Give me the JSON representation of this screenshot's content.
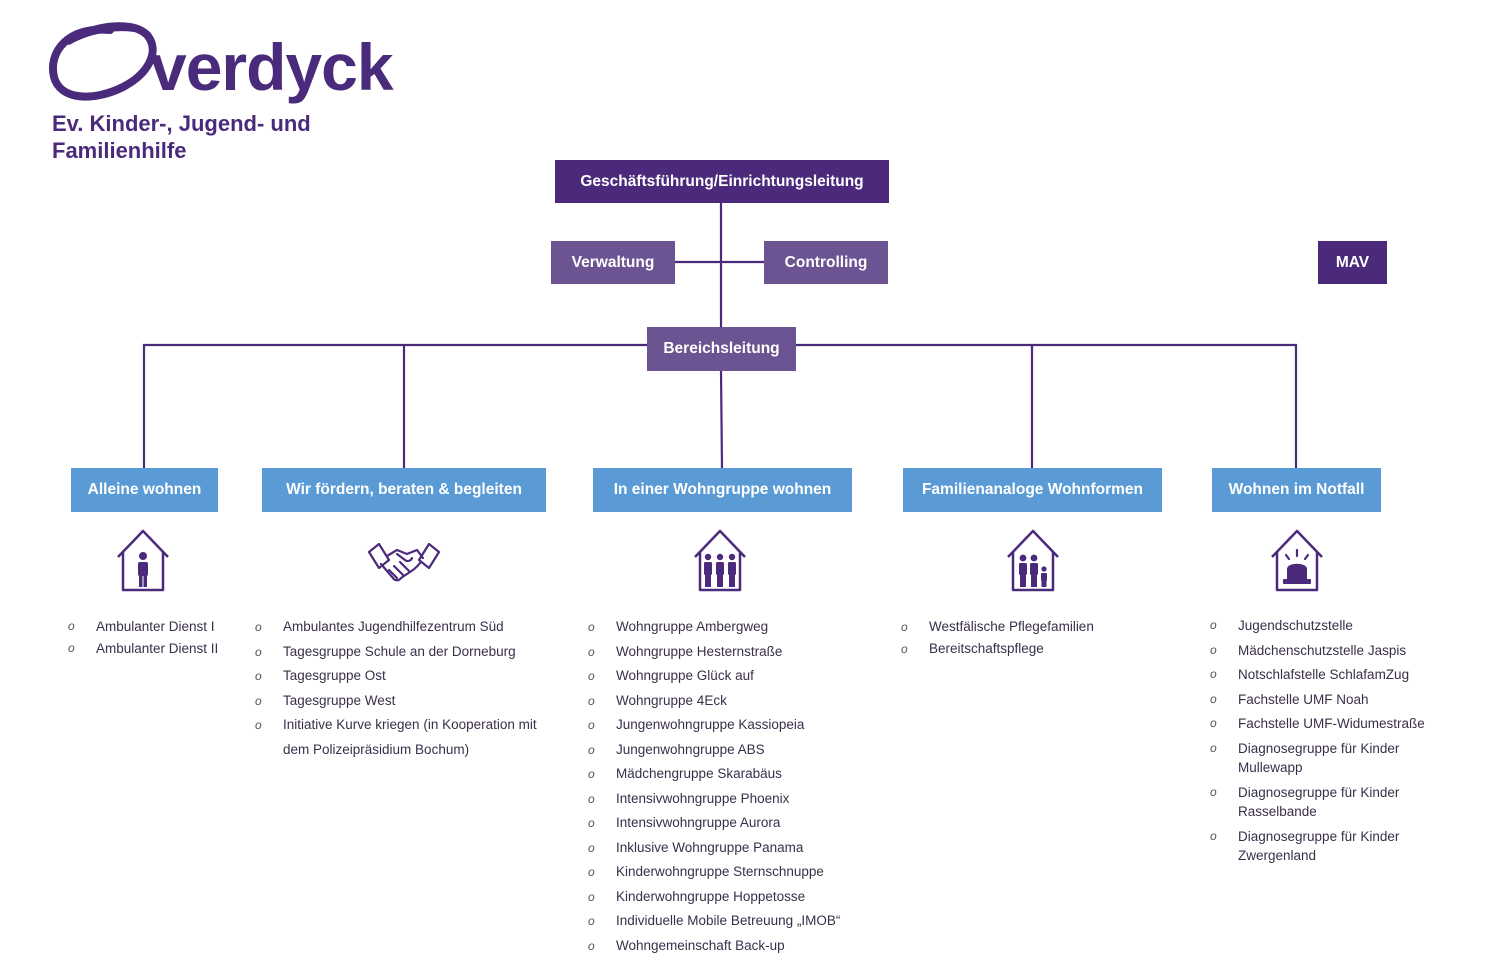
{
  "logo": {
    "text": "verdyck",
    "tagline": "Ev. Kinder-, Jugend- und Familienhilfe"
  },
  "colors": {
    "dark": "#4b2a7b",
    "mid": "#6c5493",
    "blue": "#5b9bd5",
    "line": "#4b2a7b"
  },
  "boxes": {
    "gf": "Geschäftsführung/Einrichtungsleitung",
    "verwaltung": "Verwaltung",
    "controlling": "Controlling",
    "mav": "MAV",
    "bereichsleitung": "Bereichsleitung"
  },
  "bullet": "o",
  "columns": [
    {
      "title": "Alleine wohnen",
      "icon": "person-house-icon",
      "items": [
        "Ambulanter Dienst I",
        "Ambulanter Dienst II"
      ]
    },
    {
      "title": "Wir fördern, beraten & begleiten",
      "icon": "handshake-icon",
      "items": [
        "Ambulantes Jugendhilfezentrum Süd",
        "Tagesgruppe Schule an der Dorneburg",
        "Tagesgruppe Ost",
        "Tagesgruppe West",
        "Initiative Kurve kriegen (in Kooperation mit dem Polizeipräsidium Bochum)"
      ]
    },
    {
      "title": "In einer Wohngruppe wohnen",
      "icon": "group-house-icon",
      "items": [
        "Wohngruppe Ambergweg",
        "Wohngruppe Hesternstraße",
        "Wohngruppe Glück auf",
        "Wohngruppe 4Eck",
        "Jungenwohngruppe Kassiopeia",
        "Jungenwohngruppe ABS",
        "Mädchengruppe Skarabäus",
        "Intensivwohngruppe Phoenix",
        "Intensivwohngruppe Aurora",
        "Inklusive Wohngruppe Panama",
        "Kinderwohngruppe Sternschnuppe",
        "Kinderwohngruppe Hoppetosse",
        "Individuelle Mobile Betreuung „IMOB“",
        "Wohngemeinschaft Back-up"
      ]
    },
    {
      "title": "Familienanaloge Wohnformen",
      "icon": "family-house-icon",
      "items": [
        "Westfälische Pflegefamilien",
        "Bereitschaftspflege"
      ]
    },
    {
      "title": "Wohnen im Notfall",
      "icon": "alarm-house-icon",
      "items": [
        "Jugendschutzstelle",
        "Mädchenschutzstelle Jaspis",
        "Notschlafstelle SchlafamZug",
        "Fachstelle UMF Noah",
        "Fachstelle UMF-Widumestraße",
        "Diagnosegruppe für Kinder Mullewapp",
        "Diagnosegruppe für Kinder Rasselbande",
        "Diagnosegruppe für Kinder Zwergenland"
      ]
    }
  ]
}
